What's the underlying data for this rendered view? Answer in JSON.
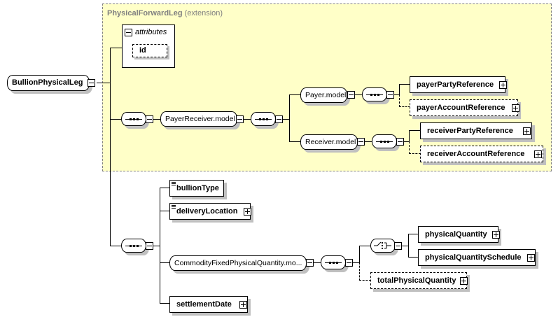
{
  "extension": {
    "name": "PhysicalForwardLeg",
    "suffix": "(extension)"
  },
  "root": {
    "name": "BullionPhysicalLeg",
    "toggle": "collapse"
  },
  "attributes": {
    "title": "attributes",
    "items": [
      {
        "name": "id",
        "optional": true
      }
    ]
  },
  "payer_receiver": {
    "group": "PayerReceiver.model",
    "payer": {
      "group": "Payer.model",
      "children": [
        {
          "name": "payerPartyReference",
          "optional": false,
          "expandable": true
        },
        {
          "name": "payerAccountReference",
          "optional": true,
          "expandable": true
        }
      ]
    },
    "receiver": {
      "group": "Receiver.model",
      "children": [
        {
          "name": "receiverPartyReference",
          "optional": false,
          "expandable": true
        },
        {
          "name": "receiverAccountReference",
          "optional": true,
          "expandable": true
        }
      ]
    }
  },
  "sequence": {
    "children": [
      {
        "name": "bullionType",
        "simple_type": true
      },
      {
        "name": "deliveryLocation",
        "simple_type": true,
        "expandable": true
      },
      {
        "name": "CommodityFixedPhysicalQuantity.mo...",
        "group": true
      },
      {
        "name": "settlementDate",
        "expandable": true
      }
    ]
  },
  "quantity": {
    "choice": [
      {
        "name": "physicalQuantity",
        "expandable": true
      },
      {
        "name": "physicalQuantitySchedule",
        "expandable": true
      }
    ],
    "optional": {
      "name": "totalPhysicalQuantity",
      "expandable": true
    }
  }
}
